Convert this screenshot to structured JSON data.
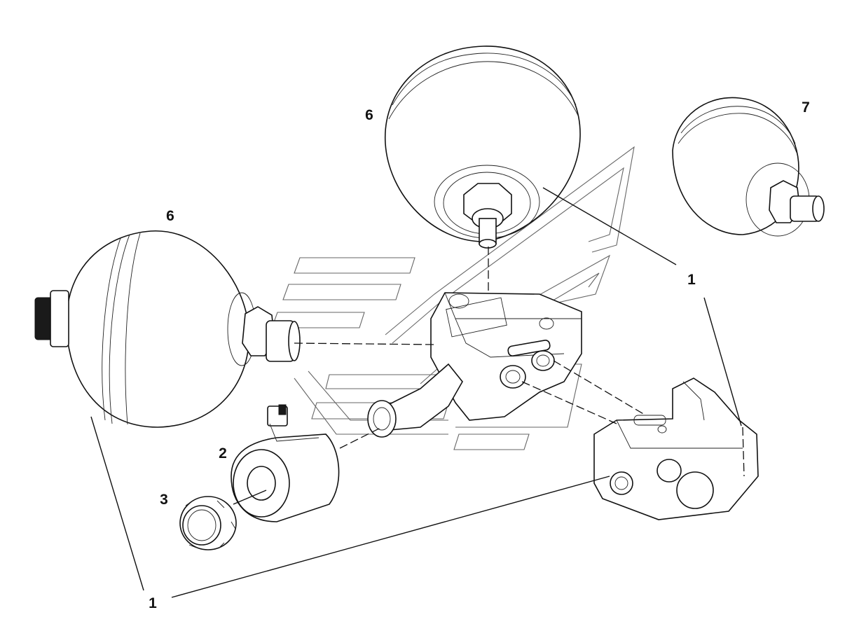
{
  "callouts": {
    "top_accumulator": "6",
    "small_accumulator": "7",
    "left_accumulator": "6",
    "coil": "2",
    "coil_nut": "3",
    "kit_right": "1",
    "kit_bottom": "1"
  }
}
